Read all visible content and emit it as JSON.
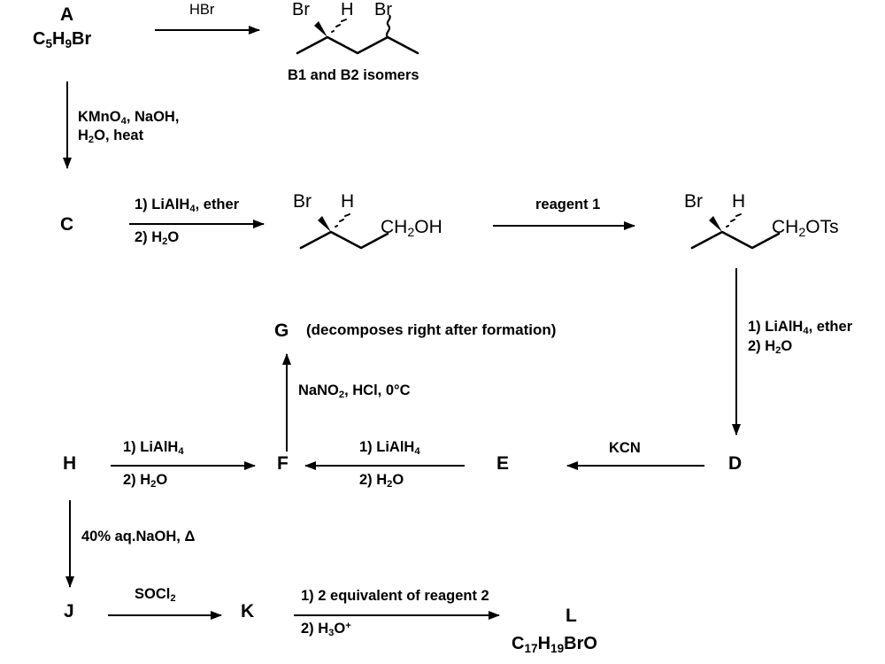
{
  "scheme": {
    "title": "Multistep organic synthesis reaction scheme",
    "ink_color": "#000000",
    "background_color": "#ffffff"
  },
  "compounds": {
    "A": {
      "label": "A",
      "formula_html": "C5H9Br",
      "formula_text": "C5H9Br"
    },
    "B_caption": "B1 and B2 isomers",
    "C": {
      "label": "C"
    },
    "D": {
      "label": "D"
    },
    "E": {
      "label": "E"
    },
    "F": {
      "label": "F"
    },
    "G": {
      "label": "G",
      "note": "(decomposes right after formation)"
    },
    "H": {
      "label": "H"
    },
    "J": {
      "label": "J"
    },
    "K": {
      "label": "K"
    },
    "L": {
      "label": "L",
      "formula_text": "C17H19BrO"
    }
  },
  "structures": {
    "B": {
      "name": "2,4-dibromopentane",
      "atom_labels": [
        "Br",
        "H",
        "Br"
      ],
      "stereo": [
        "wedge",
        "dash",
        "wavy"
      ]
    },
    "bromo_alcohol": {
      "name": "3-bromobutan-1-ol",
      "atom_labels": [
        "Br",
        "H"
      ],
      "terminal_group": "CH2OH",
      "stereo": [
        "wedge",
        "dash"
      ]
    },
    "bromo_tosylate": {
      "name": "3-bromobutyl tosylate",
      "atom_labels": [
        "Br",
        "H"
      ],
      "terminal_group": "CH2OTs",
      "stereo": [
        "wedge",
        "dash"
      ]
    }
  },
  "reactions": {
    "a_to_b": {
      "reagent": "HBr",
      "direction": "right"
    },
    "a_to_c": {
      "reagent_line1": "KMnO4, NaOH,",
      "reagent_line2": "H2O, heat",
      "direction": "down"
    },
    "c_to_alcohol": {
      "step1": "1) LiAlH4, ether",
      "step2": "2) H2O",
      "direction": "right"
    },
    "alcohol_to_tosylate": {
      "reagent": "reagent 1",
      "direction": "right"
    },
    "tosylate_to_d": {
      "step1": "1) LiAlH4, ether",
      "step2": "2) H2O",
      "direction": "down"
    },
    "d_to_e": {
      "reagent": "KCN",
      "direction": "left"
    },
    "e_to_f": {
      "step1": "1) LiAlH4",
      "step2": "2) H2O",
      "direction": "left"
    },
    "h_to_f": {
      "step1": "1) LiAlH4",
      "step2": "2) H2O",
      "direction": "right"
    },
    "f_to_g": {
      "reagent": "NaNO2, HCl, 0°C",
      "direction": "up"
    },
    "h_to_j": {
      "reagent": "40% aq.NaOH, Δ",
      "direction": "down"
    },
    "j_to_k": {
      "reagent": "SOCl2",
      "direction": "right"
    },
    "k_to_l": {
      "step1": "1) 2 equivalent of reagent 2",
      "step2": "2) H3O+",
      "direction": "right"
    }
  }
}
